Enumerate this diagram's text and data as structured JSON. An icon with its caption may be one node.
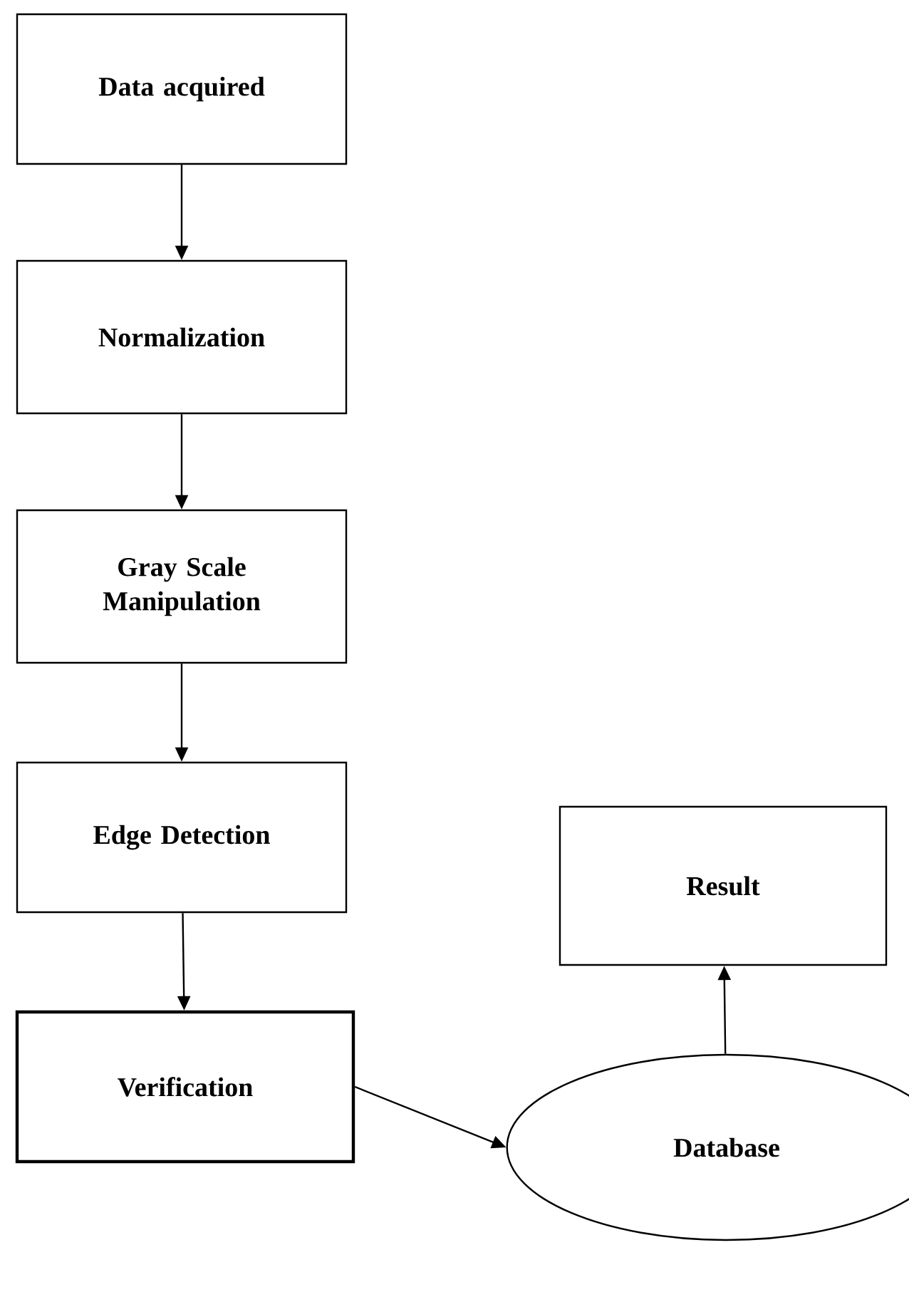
{
  "diagram": {
    "nodes": [
      {
        "text": [
          "Data acquired"
        ]
      },
      {
        "text": [
          "Normalization"
        ]
      },
      {
        "text": [
          "Gray Scale Manipulation"
        ]
      },
      {
        "text": [
          "Edge Detection"
        ]
      },
      {
        "text": [
          "Verification"
        ]
      },
      {
        "text": [
          "Database"
        ]
      },
      {
        "text": [
          "Result"
        ]
      }
    ],
    "edges": [
      {
        "from": 0,
        "to": 1,
        "arrow": "to"
      },
      {
        "from": 1,
        "to": 2,
        "arrow": "to"
      },
      {
        "from": 2,
        "to": 3,
        "arrow": "to"
      },
      {
        "from": 3,
        "to": 4,
        "arrow": "to"
      },
      {
        "from": 4,
        "to": 5,
        "arrow": "to"
      },
      {
        "from": 5,
        "to": 6,
        "arrow": "to"
      }
    ]
  }
}
